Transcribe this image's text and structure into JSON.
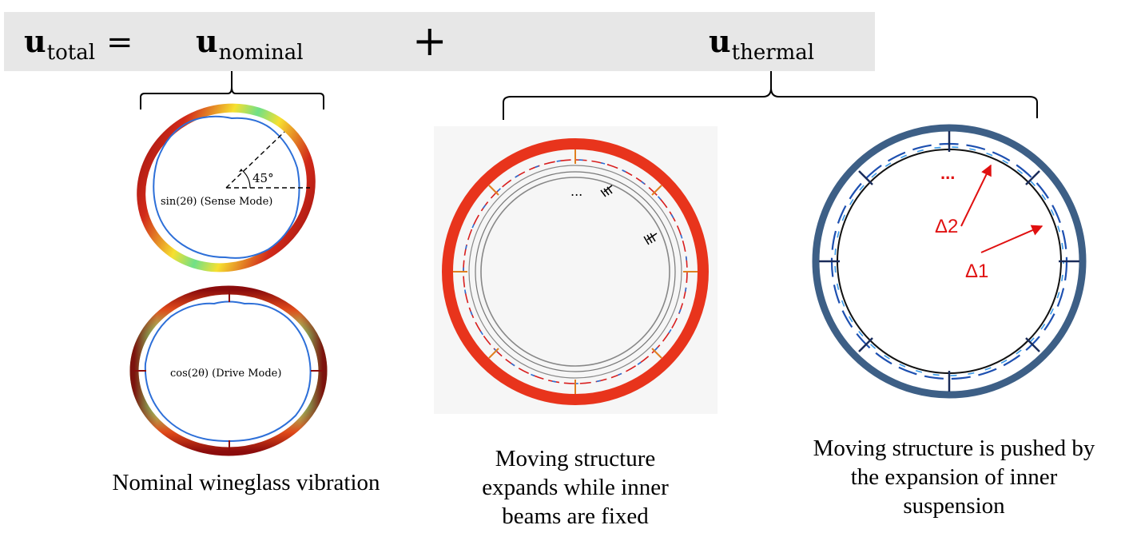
{
  "equation": {
    "total_symbol": "u",
    "total_subscript": "total",
    "equals": "=",
    "nominal_symbol": "u",
    "nominal_subscript": "nominal",
    "plus": "+",
    "thermal_symbol": "u",
    "thermal_subscript": "thermal"
  },
  "rings": {
    "sense_mode_label": "sin(2θ) (Sense Mode)",
    "angle_label": "45°",
    "drive_mode_label": "cos(2θ) (Drive Mode)",
    "ellipsis": "...",
    "delta1_label": "Δ1",
    "delta2_label": "Δ2"
  },
  "captions": {
    "nominal": "Nominal wineglass vibration",
    "expands": "Moving structure\nexpands while inner\nbeams are fixed",
    "pushed": "Moving structure is pushed by\nthe expansion of inner\nsuspension"
  },
  "colors": {
    "equation_bar": "#e7e7e7",
    "thermal_ring": "#e8341c",
    "suspension_ring": "#3d5f86",
    "annotation_red": "#e01010",
    "wavy_blue": "#2a6fd6"
  }
}
